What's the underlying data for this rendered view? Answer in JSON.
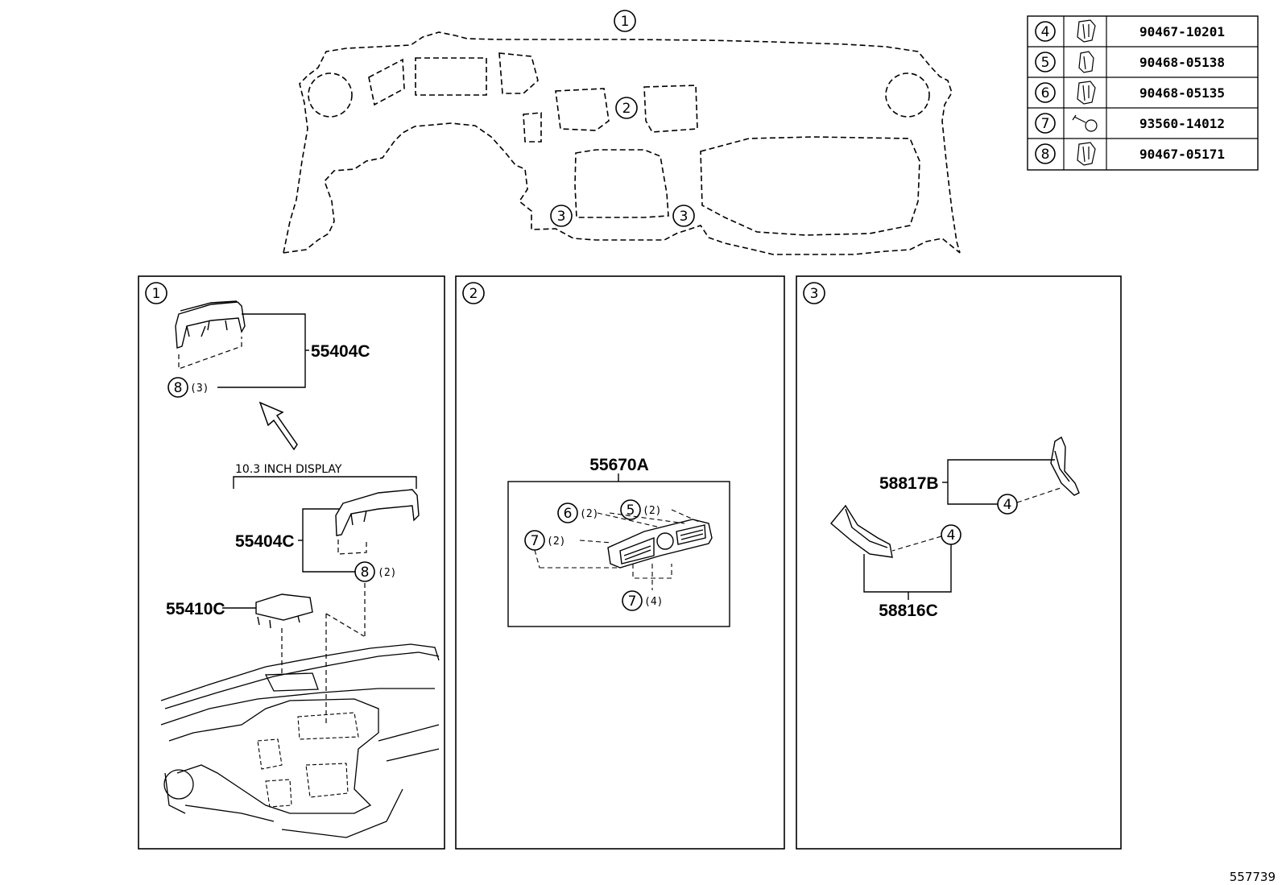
{
  "legend": [
    {
      "key": "4",
      "icon": "clip-icon",
      "part": "90467-10201"
    },
    {
      "key": "5",
      "icon": "clip-icon",
      "part": "90468-05138"
    },
    {
      "key": "6",
      "icon": "clip-icon",
      "part": "90468-05135"
    },
    {
      "key": "7",
      "icon": "screw-icon",
      "part": "93560-14012"
    },
    {
      "key": "8",
      "icon": "clip-icon",
      "part": "90467-05171"
    }
  ],
  "overview": {
    "c1": "1",
    "c2": "2",
    "c3a": "3",
    "c3b": "3"
  },
  "panel1": {
    "id": "1",
    "p_upper": "55404C",
    "p_lower": "55404C",
    "p_cover": "55410C",
    "display_note": "10.3 INCH DISPLAY",
    "c8a": "8",
    "q8a": "(3)",
    "c8b": "8",
    "q8b": "(2)"
  },
  "panel2": {
    "id": "2",
    "p_vent": "55670A",
    "c6": "6",
    "q6": "(2)",
    "c5": "5",
    "q5": "(2)",
    "c7a": "7",
    "q7a": "(2)",
    "c7b": "7",
    "q7b": "(4)"
  },
  "panel3": {
    "id": "3",
    "p_b": "58817B",
    "p_c": "58816C",
    "c4a": "4",
    "c4b": "4"
  },
  "figure_id": "557739"
}
